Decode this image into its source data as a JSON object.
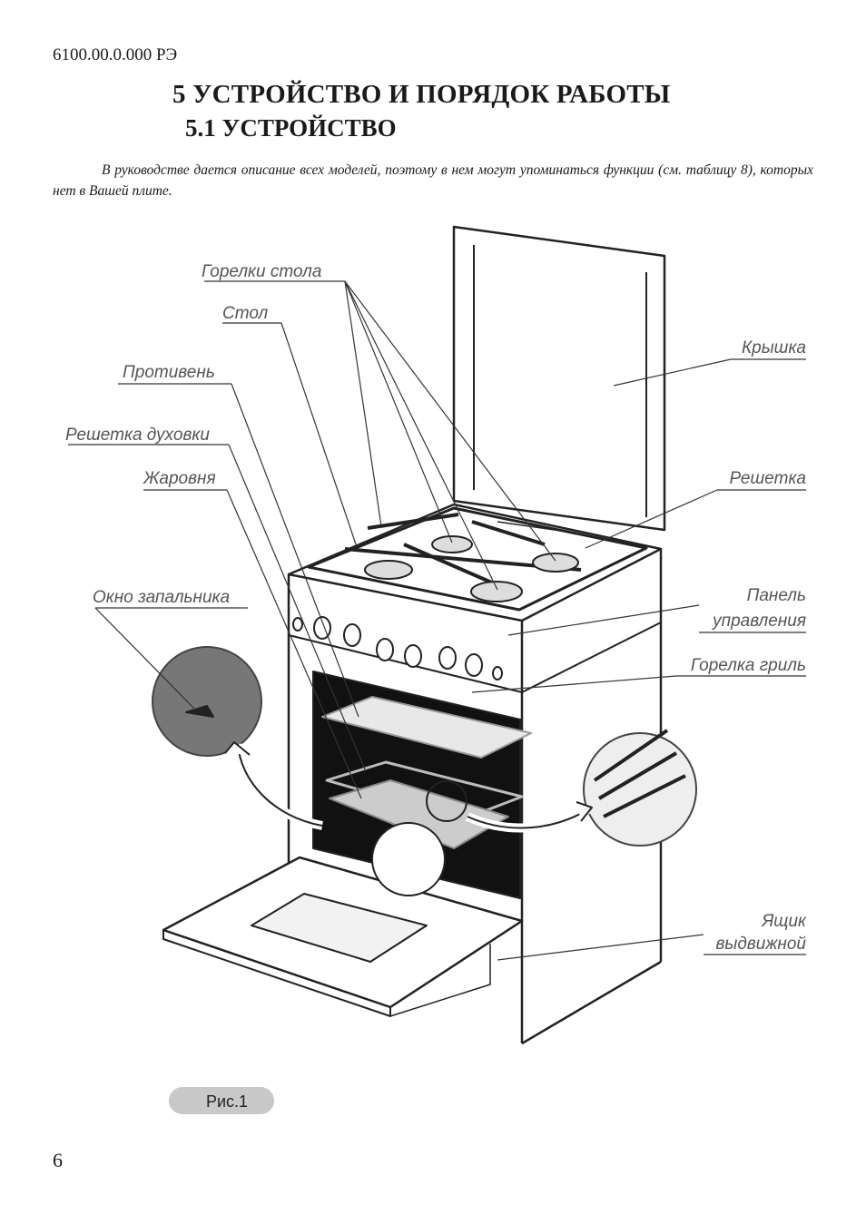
{
  "header": {
    "doc_code": "6100.00.0.000 РЭ",
    "title": "5 УСТРОЙСТВО И ПОРЯДОК РАБОТЫ",
    "subtitle": "5.1 УСТРОЙСТВО"
  },
  "intro": "В руководстве дается описание всех моделей, поэтому в нем могут упоминаться  функции (см. таблицу 8), которых нет в Вашей плите.",
  "figure": {
    "labels": {
      "burners": "Горелки стола",
      "table": "Стол",
      "baking_tray": "Противень",
      "oven_rack": "Решетка духовки",
      "roasting_pan": "Жаровня",
      "igniter_window": "Окно запальника",
      "lid": "Крышка",
      "grate": "Решетка",
      "panel_line1": "Панель",
      "panel_line2": "управления",
      "grill_burner": "Горелка гриль",
      "drawer_line1": "Ящик",
      "drawer_line2": "выдвижной"
    },
    "caption": "Рис.1"
  },
  "footer": {
    "page_number": "6"
  }
}
